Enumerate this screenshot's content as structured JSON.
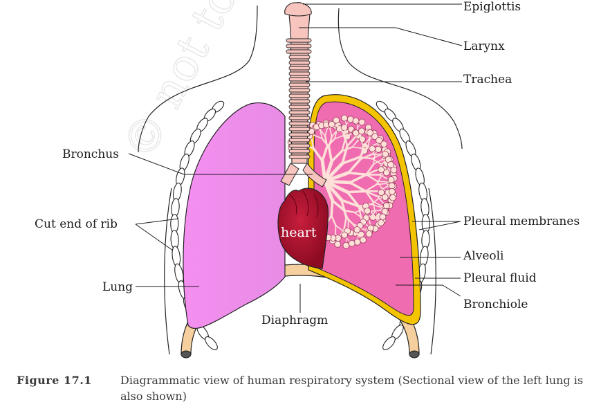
{
  "diagram": {
    "watermark": "© not to be",
    "labels": {
      "epiglottis": "Epiglottis",
      "larynx": "Larynx",
      "trachea": "Trachea",
      "bronchus": "Bronchus",
      "cut_end_of_rib": "Cut end of rib",
      "pleural_membranes": "Pleural membranes",
      "alveoli": "Alveoli",
      "pleural_fluid": "Pleural fluid",
      "bronchiole": "Bronchiole",
      "lung": "Lung",
      "diaphragm": "Diaphragm",
      "heart": "heart"
    },
    "colors": {
      "left_lung": "#f48ff0",
      "section_lung": "#f06cb0",
      "pleura": "#f5c400",
      "trachea": "#f7c4be",
      "heart": "#b0122e",
      "diaphragm": "#f6cf9e",
      "alveoli": "#fde0d8"
    }
  },
  "caption": {
    "number": "Figure 17.1",
    "text": "Diagrammatic view of human respiratory system (Sectional view of the left lung is also shown)"
  }
}
